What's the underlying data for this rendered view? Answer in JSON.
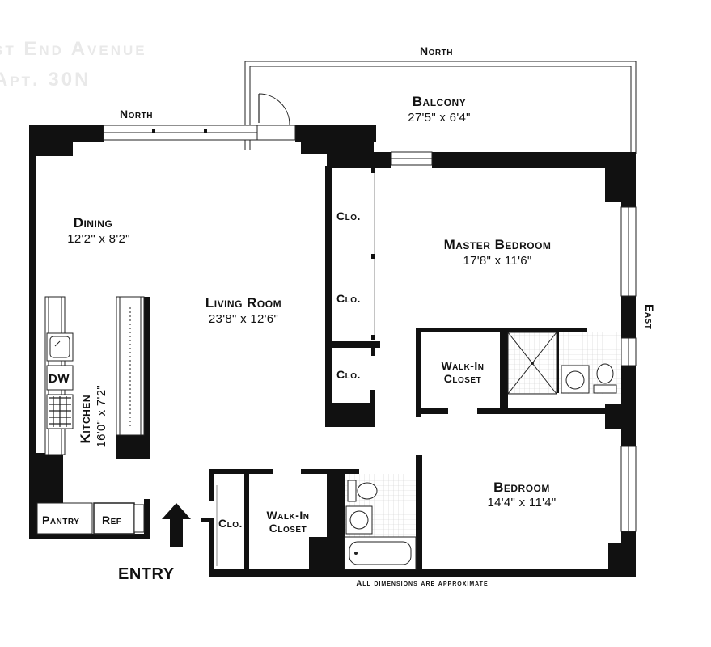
{
  "address": {
    "line1": "st End Avenue",
    "line2": "Apt. 30N"
  },
  "compass": {
    "north_top": "North",
    "north_left": "North",
    "east": "East"
  },
  "rooms": {
    "balcony": {
      "name": "Balcony",
      "dims": "27'5\"  x  6'4\""
    },
    "dining": {
      "name": "Dining",
      "dims": "12'2\"  x  8'2\""
    },
    "living": {
      "name": "Living Room",
      "dims": "23'8\"  x  12'6\""
    },
    "master": {
      "name": "Master Bedroom",
      "dims": "17'8\"  x  11'6\""
    },
    "kitchen": {
      "name": "Kitchen",
      "dims": "16'0\"  x  7'2\""
    },
    "bedroom": {
      "name": "Bedroom",
      "dims": "14'4\"  x  11'4\""
    },
    "walkin1": {
      "line1": "Walk-In",
      "line2": "Closet"
    },
    "walkin2": {
      "line1": "Walk-In",
      "line2": "Closet"
    }
  },
  "fixtures": {
    "clo": "Clo.",
    "dw": "DW",
    "pantry": "Pantry",
    "ref": "Ref"
  },
  "entry": "ENTRY",
  "footnote": "All dimensions are approximate"
}
